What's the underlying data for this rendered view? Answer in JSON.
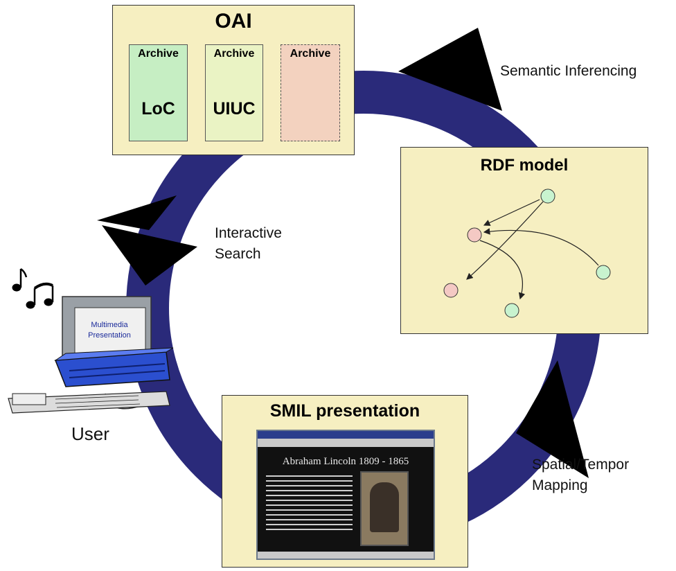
{
  "oai": {
    "title": "OAI",
    "archives": [
      {
        "label": "Archive",
        "name": "LoC",
        "color": "#c6eec3"
      },
      {
        "label": "Archive",
        "name": "UIUC",
        "color": "#eaf3c4"
      },
      {
        "label": "Archive",
        "name": "",
        "color": "#f3d2bf"
      }
    ]
  },
  "rdf": {
    "title": "RDF model"
  },
  "smil": {
    "title": "SMIL presentation",
    "screen_heading": "Abraham Lincoln 1809 - 1865"
  },
  "labels": {
    "semantic_inferencing": "Semantic Inferencing",
    "interactive_search_line1": "Interactive",
    "interactive_search_line2": "Search",
    "spatial_line1": "Spatial/Tempor",
    "spatial_line2": "Mapping",
    "user": "User",
    "monitor_line1": "Multimedia",
    "monitor_line2": "Presentation"
  },
  "colors": {
    "cycle_ring": "#2a2a7a",
    "arrow": "#000000",
    "box_fill": "#f6efc1",
    "node_green": "#c8f3cf",
    "node_pink": "#f4c9c4"
  }
}
